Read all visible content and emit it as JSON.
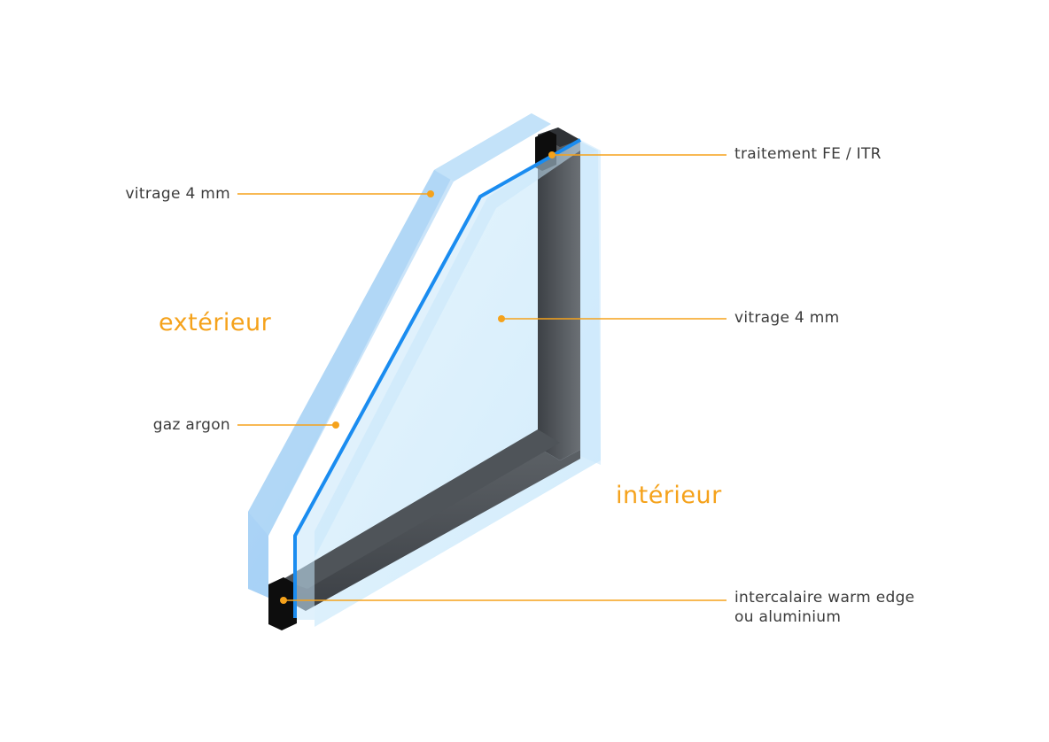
{
  "labels": {
    "outer_glass": "vitrage 4 mm",
    "gas": "gaz argon",
    "coating": "traitement FE / ITR",
    "inner_glass": "vitrage 4 mm",
    "spacer_line1": "intercalaire warm edge",
    "spacer_line2": "ou aluminium"
  },
  "sides": {
    "exterior": "extérieur",
    "interior": "intérieur"
  },
  "colors": {
    "accent": "#f5a21b",
    "text": "#3b3b3b",
    "coating_line": "#1a8cf0",
    "glass_outer": "#a9d3f7",
    "glass_inner": "#d6eefb",
    "spacer": "#4a4d52"
  }
}
